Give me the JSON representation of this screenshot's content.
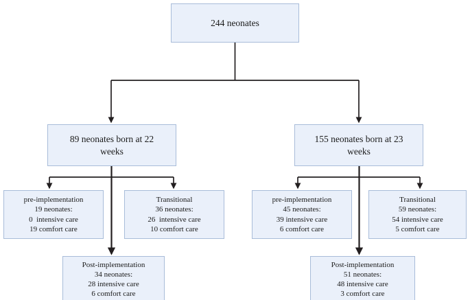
{
  "diagram": {
    "title": "Neonate cohort flow diagram",
    "colors": {
      "node_fill": "#eaf0fa",
      "node_border": "#a8bcd9",
      "connector": "#231f20",
      "text": "#1a1a1a",
      "background": "#ffffff"
    },
    "nodes": {
      "root": {
        "lines": [
          "244 neonates"
        ]
      },
      "level2_left": {
        "lines": [
          "89 neonates born at 22",
          "weeks"
        ]
      },
      "level2_right": {
        "lines": [
          "155 neonates born at 23",
          "weeks"
        ]
      },
      "left_pre": {
        "lines": [
          "pre-implementation",
          "19 neonates:",
          "0  intensive care",
          "19 comfort care"
        ]
      },
      "left_transitional": {
        "lines": [
          "Transitional",
          "36 neonates:",
          "26  intensive care",
          "10 comfort care"
        ]
      },
      "right_pre": {
        "lines": [
          "pre-implementation",
          "45 neonates:",
          "39 intensive care",
          "6 comfort care"
        ]
      },
      "right_transitional": {
        "lines": [
          "Transitional",
          "59 neonates:",
          "54 intensive care",
          "5 comfort care"
        ]
      },
      "left_post": {
        "lines": [
          "Post-implementation",
          "34 neonates:",
          "28 intensive care",
          "6 comfort care"
        ]
      },
      "right_post": {
        "lines": [
          "Post-implementation",
          "51 neonates:",
          "48 intensive care",
          "3 comfort care"
        ]
      }
    }
  },
  "chart_data": {
    "type": "table",
    "title": "244 neonates cohort breakdown by gestational age and implementation period",
    "categories": [
      "22 weeks",
      "23 weeks"
    ],
    "total": 244,
    "groups": [
      {
        "name": "89 neonates born at 22 weeks",
        "total": 89,
        "subgroups": [
          {
            "name": "pre-implementation",
            "neonates": 19,
            "intensive_care": 0,
            "comfort_care": 19
          },
          {
            "name": "Transitional",
            "neonates": 36,
            "intensive_care": 26,
            "comfort_care": 10
          },
          {
            "name": "Post-implementation",
            "neonates": 34,
            "intensive_care": 28,
            "comfort_care": 6
          }
        ]
      },
      {
        "name": "155 neonates born at 23 weeks",
        "total": 155,
        "subgroups": [
          {
            "name": "pre-implementation",
            "neonates": 45,
            "intensive_care": 39,
            "comfort_care": 6
          },
          {
            "name": "Transitional",
            "neonates": 59,
            "intensive_care": 54,
            "comfort_care": 5
          },
          {
            "name": "Post-implementation",
            "neonates": 51,
            "intensive_care": 48,
            "comfort_care": 3
          }
        ]
      }
    ]
  }
}
